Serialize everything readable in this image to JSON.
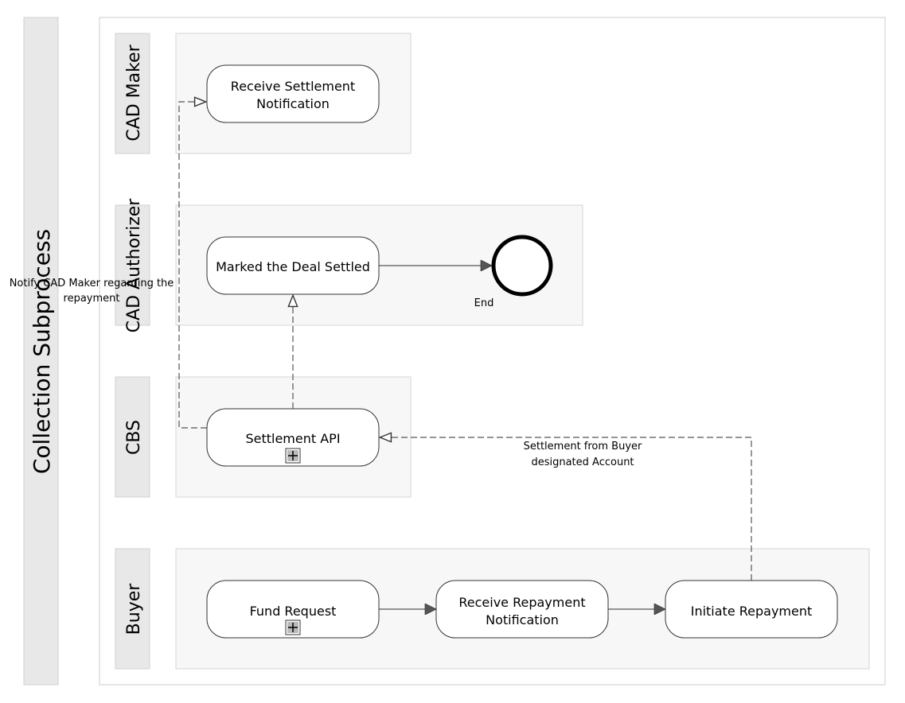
{
  "pool": {
    "label": "Collection Subprocess"
  },
  "lanes": [
    {
      "id": "cad-maker",
      "label": "CAD Maker"
    },
    {
      "id": "cad-authorizer",
      "label": "CAD Authorizer"
    },
    {
      "id": "cbs",
      "label": "CBS"
    },
    {
      "id": "buyer",
      "label": "Buyer"
    }
  ],
  "tasks": {
    "receive_settlement": {
      "line1": "Receive Settlement",
      "line2": "Notification"
    },
    "marked_deal": {
      "line1": "Marked the Deal Settled"
    },
    "settlement_api": {
      "line1": "Settlement API",
      "subprocess": true
    },
    "fund_request": {
      "line1": "Fund Request",
      "subprocess": true
    },
    "receive_repayment": {
      "line1": "Receive Repayment",
      "line2": "Notification"
    },
    "initiate_repayment": {
      "line1": "Initiate Repayment"
    }
  },
  "events": {
    "end": {
      "label": "End"
    }
  },
  "flows": {
    "notify_cad_maker": {
      "line1": "Notify CAD Maker regarding the",
      "line2": "repayment"
    },
    "settlement_from_buyer": {
      "line1": "Settlement from Buyer",
      "line2": "designated Account"
    }
  }
}
